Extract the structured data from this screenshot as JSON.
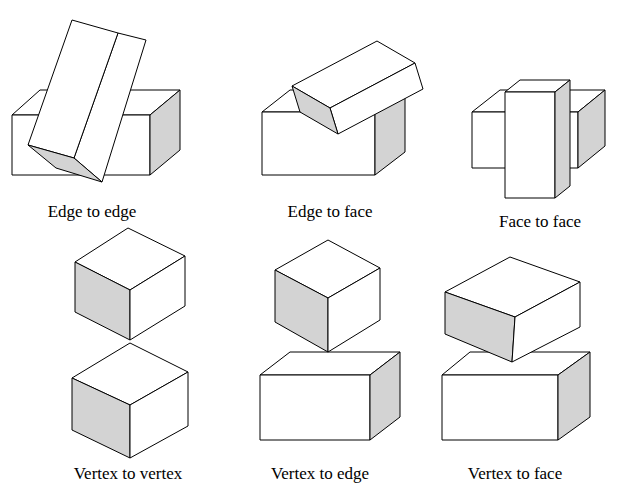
{
  "diagram": {
    "labels": [
      "Edge to edge",
      "Edge to face",
      "Face to face",
      "Vertex to vertex",
      "Vertex to edge",
      "Vertex to face"
    ]
  }
}
